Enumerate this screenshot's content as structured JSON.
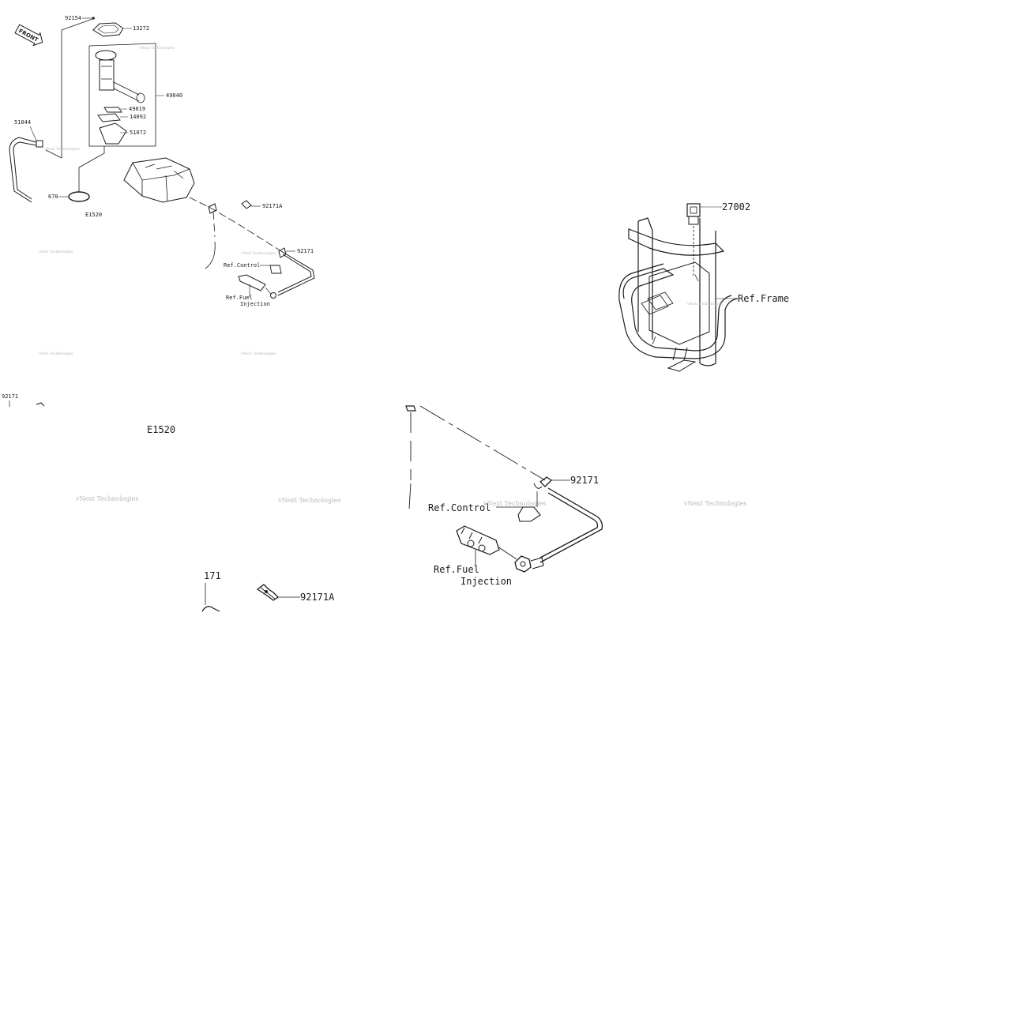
{
  "front_badge": "FRONT",
  "watermark": "vNext Technologies",
  "panel_overview": {
    "labels": {
      "p92154": "92154",
      "p13272": "13272",
      "p49040": "49040",
      "p49019": "49019",
      "p14092": "14092",
      "p51072": "51072",
      "p51044": "51044",
      "p670": "670",
      "e1520": "E1520",
      "p92171A": "92171A",
      "p92171": "92171",
      "ref_control": "Ref.Control",
      "ref_fuel_1": "Ref.Fuel",
      "ref_fuel_2": "Injection"
    }
  },
  "panel_frame": {
    "labels": {
      "p27002": "27002",
      "ref_frame": "Ref.Frame"
    }
  },
  "panel_zoom_left": {
    "labels": {
      "p92171_cut": "92171",
      "e1520": "E1520",
      "p171": "171",
      "p92171A": "92171A"
    }
  },
  "panel_zoom_right": {
    "labels": {
      "p92171": "92171",
      "ref_control": "Ref.Control",
      "ref_fuel_1": "Ref.Fuel",
      "ref_fuel_2": "Injection"
    }
  }
}
